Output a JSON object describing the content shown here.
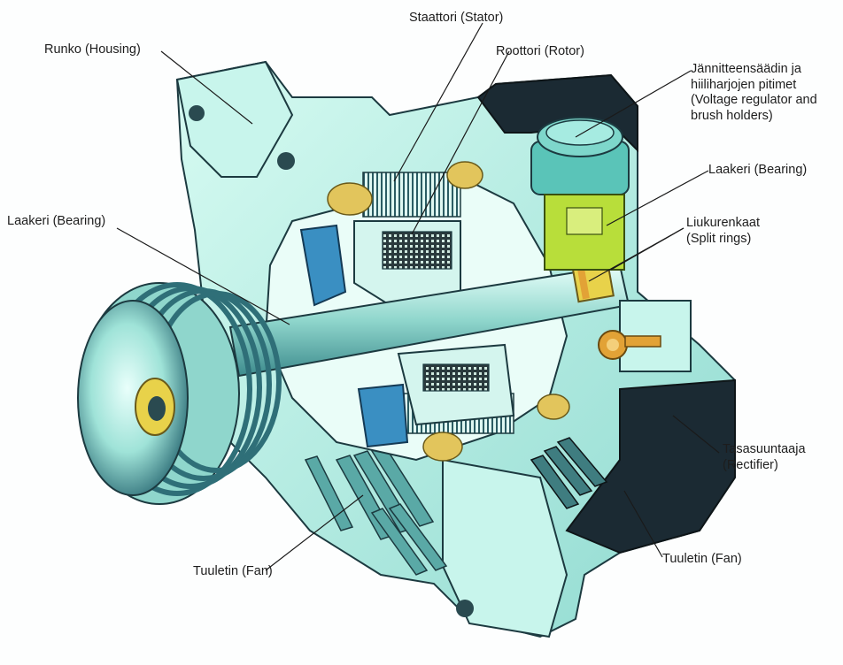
{
  "labels": {
    "stator": "Staattori (Stator)",
    "rotor": "Roottori (Rotor)",
    "housing": "Runko (Housing)",
    "regulator": "Jännitteensäädin ja\nhiiliharjojen pitimet\n(Voltage regulator and\nbrush holders)",
    "bearing_rear": "Laakeri (Bearing)",
    "bearing_front": "Laakeri (Bearing)",
    "split_rings": "Liukurenkaat\n(Split rings)",
    "rectifier": "Tasasuuntaaja\n(Rectifier)",
    "fan_front": "Tuuletin (Fan)",
    "fan_rear": "Tuuletin (Fan)"
  },
  "colors": {
    "body": "#bff3e6",
    "body_dark": "#6fc9c0",
    "shadow": "#2f6f78",
    "dark": "#1b2a33",
    "blue": "#3a8fc2",
    "yellow": "#e8d24a",
    "orange": "#e2a236",
    "lime": "#b8de3a"
  }
}
